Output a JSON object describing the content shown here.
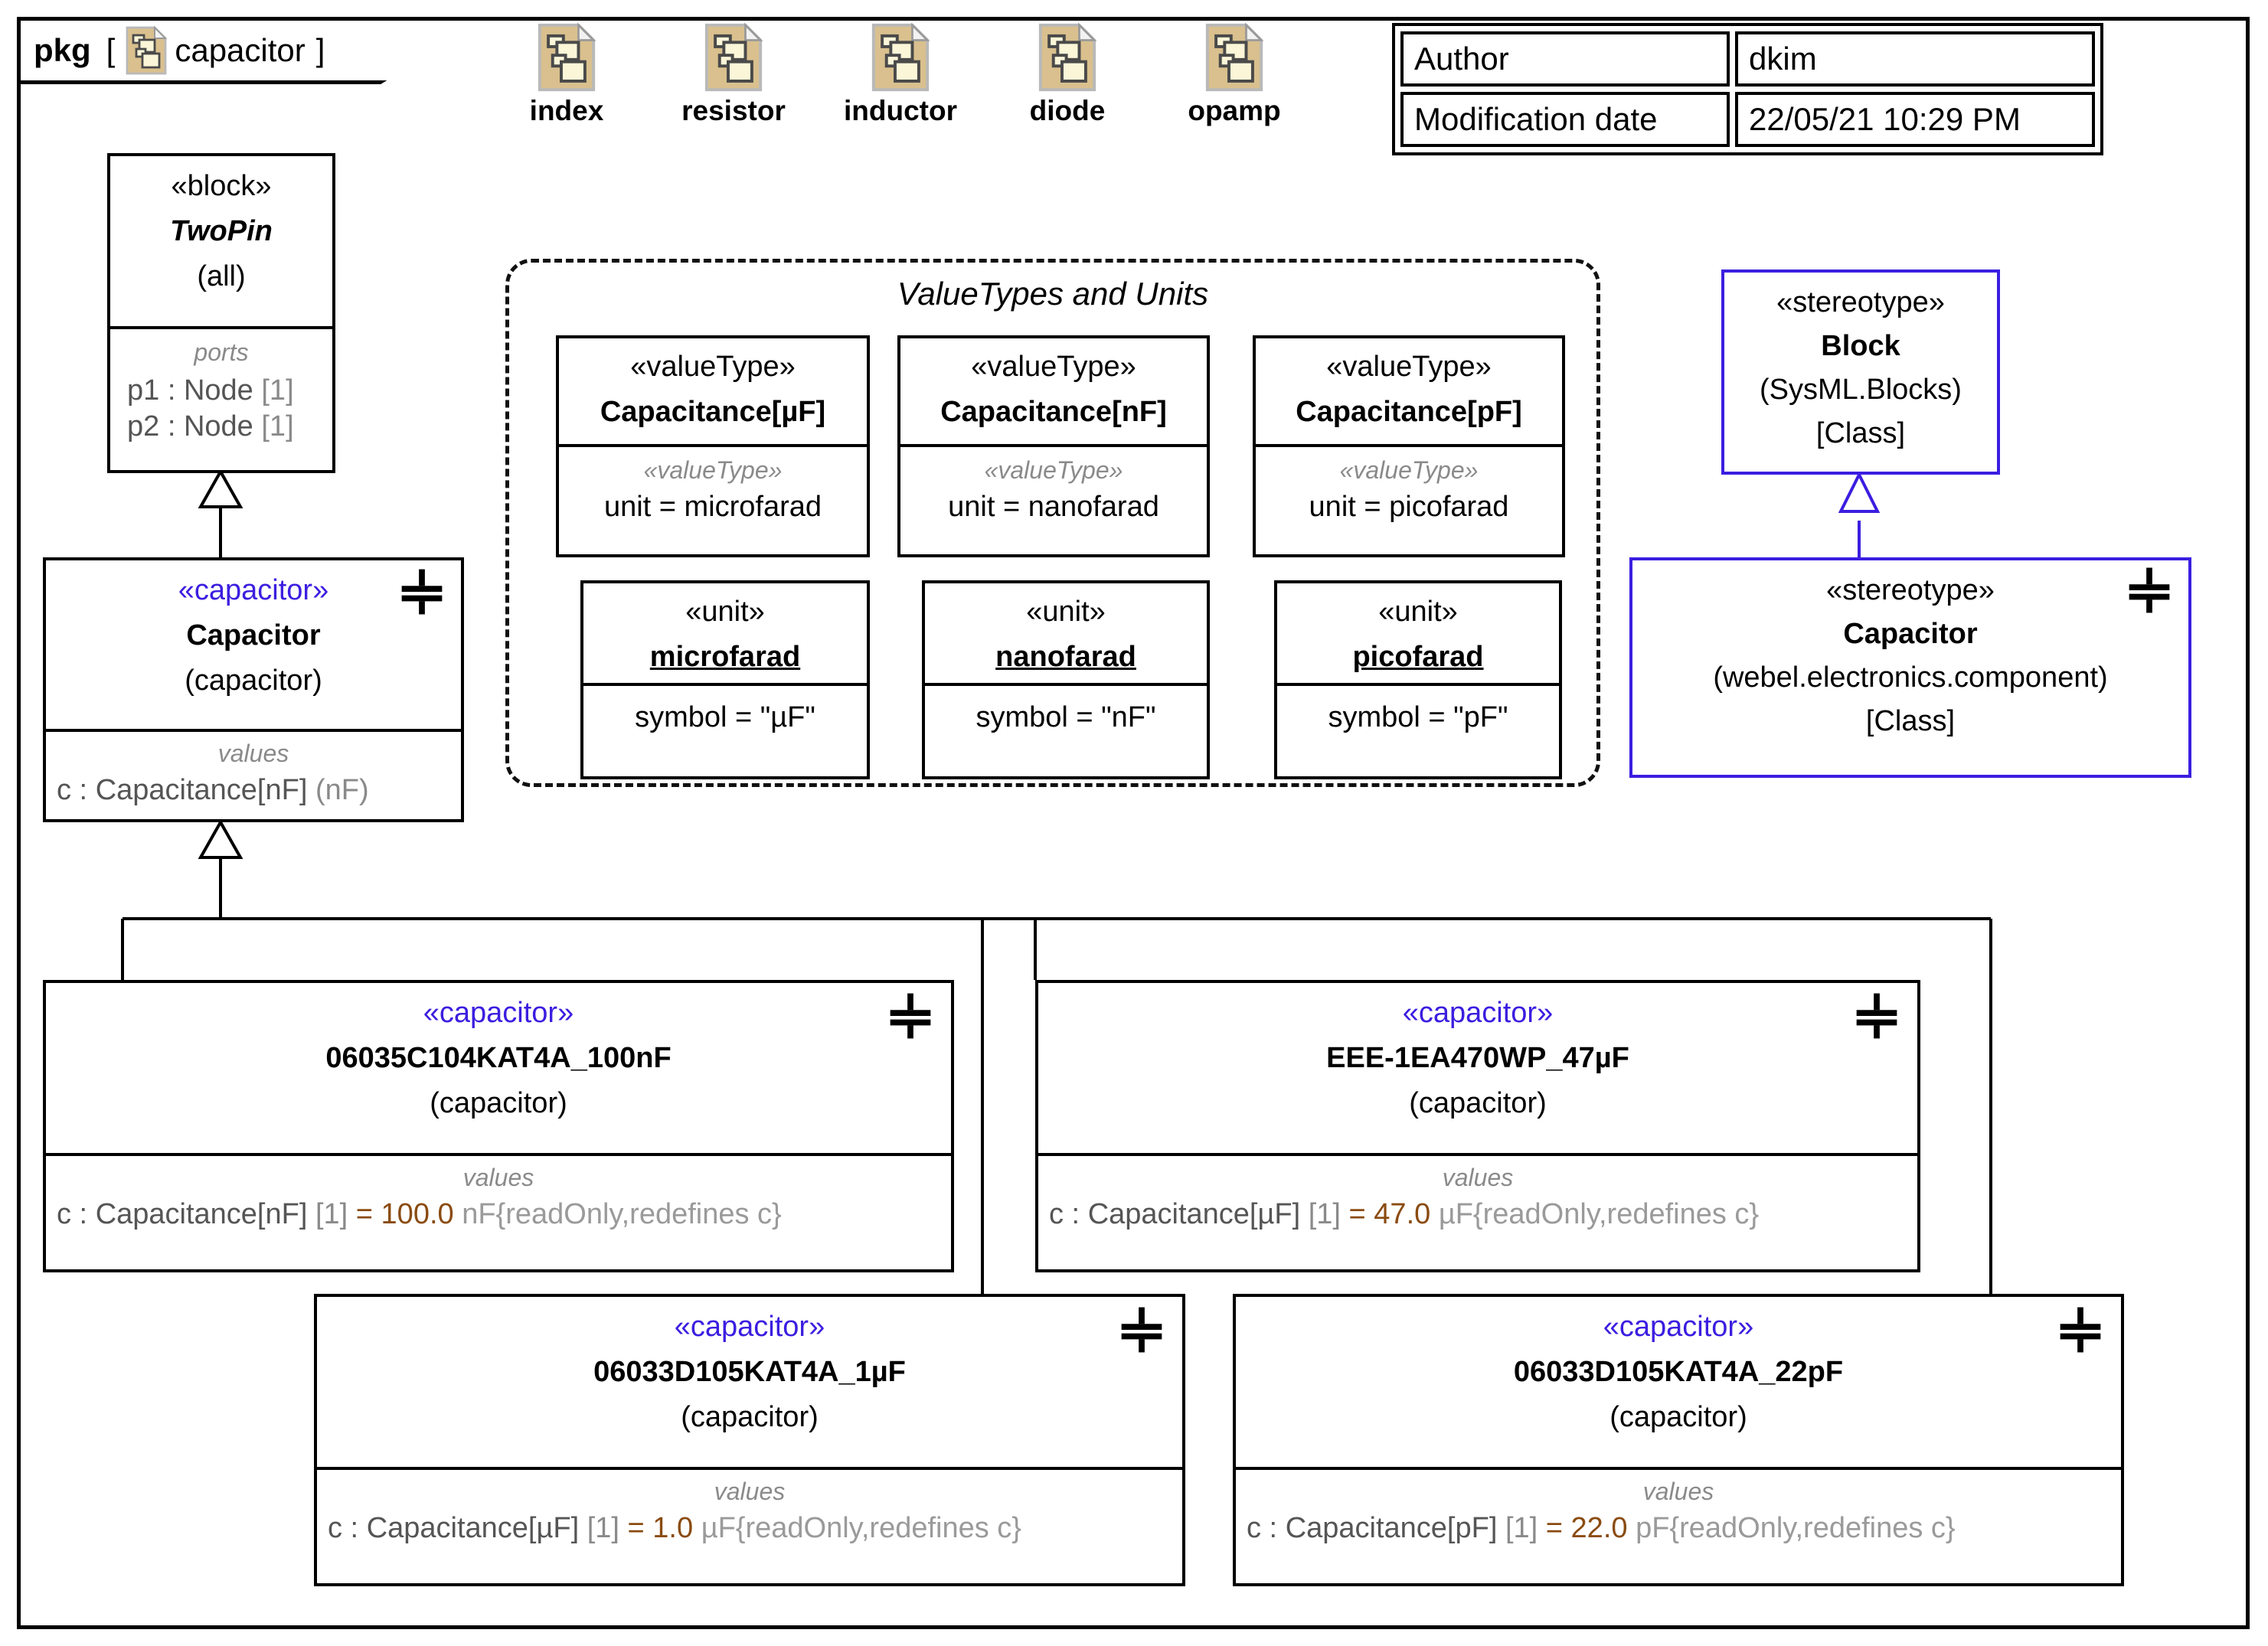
{
  "package": {
    "keyword": "pkg",
    "bracket_open": "[",
    "bracket_close": "]",
    "name": "capacitor",
    "icon": "package-doc-icon"
  },
  "package_links": [
    {
      "label": "index",
      "icon": "package-doc-icon"
    },
    {
      "label": "resistor",
      "icon": "package-doc-icon"
    },
    {
      "label": "inductor",
      "icon": "package-doc-icon"
    },
    {
      "label": "diode",
      "icon": "package-doc-icon"
    },
    {
      "label": "opamp",
      "icon": "package-doc-icon"
    }
  ],
  "metadata": {
    "rows": [
      {
        "key": "Author",
        "value": "dkim"
      },
      {
        "key": "Modification date",
        "value": "22/05/21 10:29 PM"
      }
    ]
  },
  "twopin": {
    "keyword": "«block»",
    "name": "TwoPin",
    "qualifier": "(all)",
    "compartment_label": "ports",
    "ports": [
      {
        "name": "p1",
        "sep": " : ",
        "type": "Node",
        "mult": "[1]"
      },
      {
        "name": "p2",
        "sep": " : ",
        "type": "Node",
        "mult": "[1]"
      }
    ]
  },
  "capacitor_block": {
    "keyword": "«capacitor»",
    "name": "Capacitor",
    "qualifier": "(capacitor)",
    "compartment_label": "values",
    "value": {
      "name": "c",
      "sep": " : ",
      "type": "Capacitance[nF]",
      "unit": "(nF)"
    },
    "icon": "capacitor-symbol-icon"
  },
  "valuetypes_frame": {
    "title": "ValueTypes and Units",
    "valuetypes": [
      {
        "keyword": "«valueType»",
        "name": "Capacitance[µF]",
        "sub_keyword": "«valueType»",
        "body": "unit = microfarad"
      },
      {
        "keyword": "«valueType»",
        "name": "Capacitance[nF]",
        "sub_keyword": "«valueType»",
        "body": "unit = nanofarad"
      },
      {
        "keyword": "«valueType»",
        "name": "Capacitance[pF]",
        "sub_keyword": "«valueType»",
        "body": "unit = picofarad"
      }
    ],
    "units": [
      {
        "keyword": "«unit»",
        "name": "microfarad",
        "body": "symbol = \"µF\""
      },
      {
        "keyword": "«unit»",
        "name": "nanofarad",
        "body": "symbol = \"nF\""
      },
      {
        "keyword": "«unit»",
        "name": "picofarad",
        "body": "symbol = \"pF\""
      }
    ]
  },
  "stereotypes": {
    "block": {
      "keyword": "«stereotype»",
      "name": "Block",
      "profile": "(SysML.Blocks)",
      "metaclass": "[Class]"
    },
    "capacitor": {
      "keyword": "«stereotype»",
      "name": "Capacitor",
      "profile": "(webel.electronics.component)",
      "metaclass": "[Class]",
      "icon": "capacitor-symbol-icon"
    }
  },
  "parts": [
    {
      "keyword": "«capacitor»",
      "name": "06035C104KAT4A_100nF",
      "qualifier": "(capacitor)",
      "compartment_label": "values",
      "value": {
        "name": "c",
        "sep": " : ",
        "type": "Capacitance[nF]",
        "mult": "[1]",
        "eq": "=",
        "number": "100.0",
        "unit_constraint": "nF{readOnly,redefines c}"
      },
      "icon": "capacitor-symbol-icon"
    },
    {
      "keyword": "«capacitor»",
      "name": "EEE-1EA470WP_47µF",
      "qualifier": "(capacitor)",
      "compartment_label": "values",
      "value": {
        "name": "c",
        "sep": " : ",
        "type": "Capacitance[µF]",
        "mult": "[1]",
        "eq": "=",
        "number": "47.0",
        "unit_constraint": "µF{readOnly,redefines c}"
      },
      "icon": "capacitor-symbol-icon"
    },
    {
      "keyword": "«capacitor»",
      "name": "06033D105KAT4A_1µF",
      "qualifier": "(capacitor)",
      "compartment_label": "values",
      "value": {
        "name": "c",
        "sep": " : ",
        "type": "Capacitance[µF]",
        "mult": "[1]",
        "eq": "=",
        "number": "1.0",
        "unit_constraint": "µF{readOnly,redefines c}"
      },
      "icon": "capacitor-symbol-icon"
    },
    {
      "keyword": "«capacitor»",
      "name": "06033D105KAT4A_22pF",
      "qualifier": "(capacitor)",
      "compartment_label": "values",
      "value": {
        "name": "c",
        "sep": " : ",
        "type": "Capacitance[pF]",
        "mult": "[1]",
        "eq": "=",
        "number": "22.0",
        "unit_constraint": "pF{readOnly,redefines c}"
      },
      "icon": "capacitor-symbol-icon"
    }
  ],
  "colors": {
    "stereotype_violet": "#3b1ee0",
    "value_brown": "#8a4b10",
    "label_gray": "#8a8a8a",
    "icon_tan": "#d9c08e",
    "icon_cream": "#fbf6d8"
  }
}
